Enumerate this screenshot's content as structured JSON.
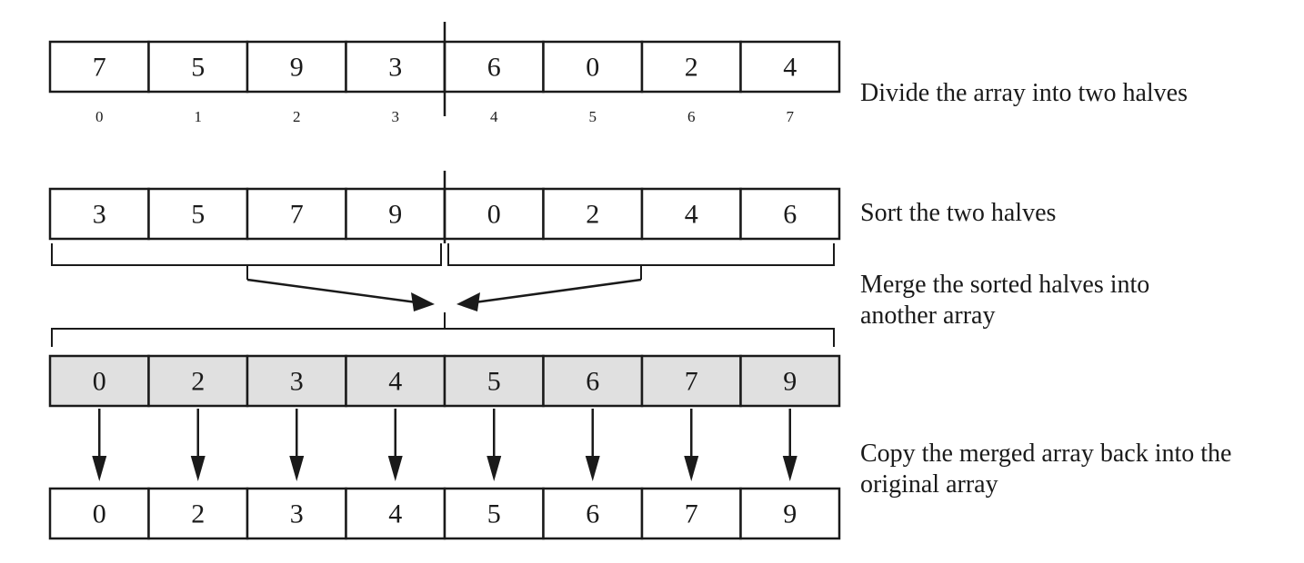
{
  "rows": {
    "original": [
      "7",
      "5",
      "9",
      "3",
      "6",
      "0",
      "2",
      "4"
    ],
    "indices": [
      "0",
      "1",
      "2",
      "3",
      "4",
      "5",
      "6",
      "7"
    ],
    "sorted_halves": [
      "3",
      "5",
      "7",
      "9",
      "0",
      "2",
      "4",
      "6"
    ],
    "merged": [
      "0",
      "2",
      "3",
      "4",
      "5",
      "6",
      "7",
      "9"
    ],
    "copied_back": [
      "0",
      "2",
      "3",
      "4",
      "5",
      "6",
      "7",
      "9"
    ]
  },
  "captions": {
    "divide": "Divide the array into two halves",
    "sort": "Sort the two halves",
    "merge": "Merge the sorted halves into another array",
    "copy": "Copy the merged array back into the original array"
  },
  "colors": {
    "stroke": "#1a1a1a",
    "cell_fill": "#ffffff",
    "merged_fill": "#e0e0e0"
  }
}
